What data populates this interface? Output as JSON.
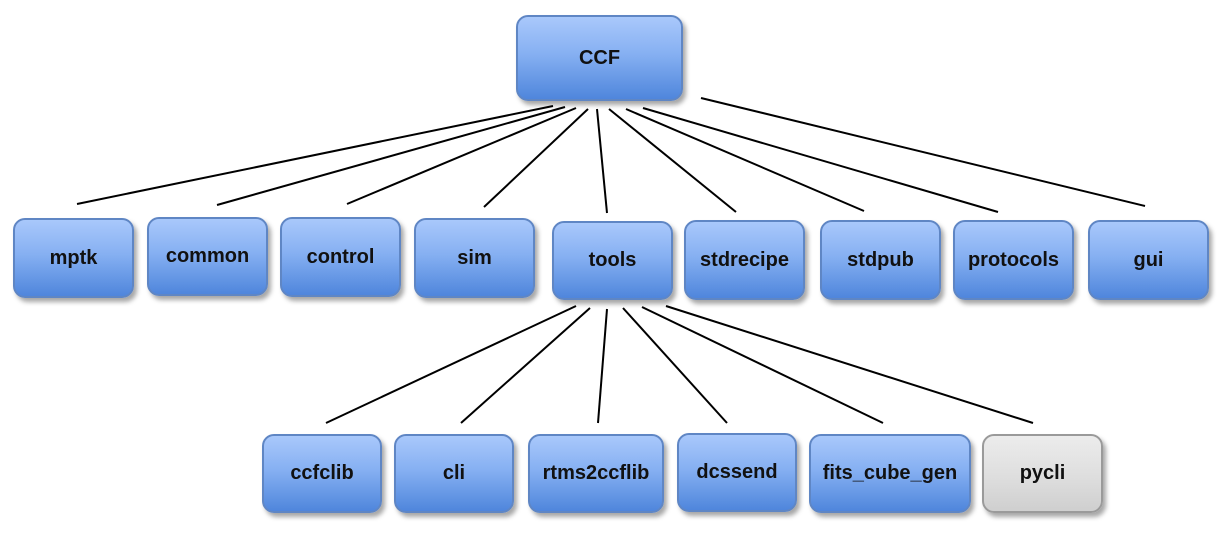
{
  "root": {
    "label": "CCF"
  },
  "level1": [
    {
      "label": "mptk"
    },
    {
      "label": "common"
    },
    {
      "label": "control"
    },
    {
      "label": "sim"
    },
    {
      "label": "tools"
    },
    {
      "label": "stdrecipe"
    },
    {
      "label": "stdpub"
    },
    {
      "label": "protocols"
    },
    {
      "label": "gui"
    }
  ],
  "level2": [
    {
      "label": "ccfclib"
    },
    {
      "label": "cli"
    },
    {
      "label": "rtms2ccflib"
    },
    {
      "label": "dcssend"
    },
    {
      "label": "fits_cube_gen"
    },
    {
      "label": "pycli"
    }
  ],
  "edges": [
    [
      "CCF",
      "mptk"
    ],
    [
      "CCF",
      "common"
    ],
    [
      "CCF",
      "control"
    ],
    [
      "CCF",
      "sim"
    ],
    [
      "CCF",
      "tools"
    ],
    [
      "CCF",
      "stdrecipe"
    ],
    [
      "CCF",
      "stdpub"
    ],
    [
      "CCF",
      "protocols"
    ],
    [
      "CCF",
      "gui"
    ],
    [
      "tools",
      "ccfclib"
    ],
    [
      "tools",
      "cli"
    ],
    [
      "tools",
      "rtms2ccflib"
    ],
    [
      "tools",
      "dcssend"
    ],
    [
      "tools",
      "fits_cube_gen"
    ],
    [
      "tools",
      "pycli"
    ]
  ],
  "colors": {
    "node_fill_top": "#a9c8fb",
    "node_fill_bottom": "#4f86dc",
    "node_border": "#5f86c4",
    "highlight_node_fill": "#dedede",
    "connector": "#000000"
  }
}
